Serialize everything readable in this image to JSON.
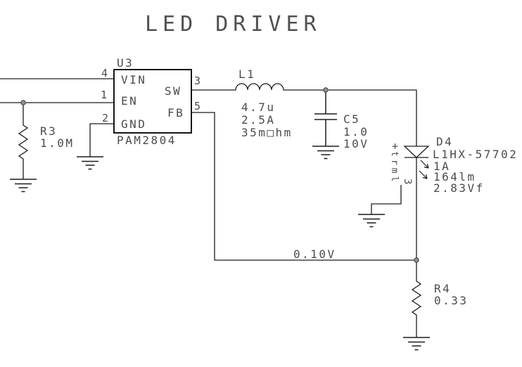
{
  "title": "LED DRIVER",
  "ic_u3": {
    "ref": "U3",
    "part": "PAM2804",
    "pins": {
      "vin": {
        "num": "4",
        "label": "VIN"
      },
      "en": {
        "num": "1",
        "label": "EN"
      },
      "gnd": {
        "num": "2",
        "label": "GND"
      },
      "sw": {
        "num": "3",
        "label": "SW"
      },
      "fb": {
        "num": "5",
        "label": "FB"
      }
    }
  },
  "r3": {
    "ref": "R3",
    "value": "1.0M"
  },
  "l1": {
    "ref": "L1",
    "inductance": "4.7u",
    "current": "2.5A",
    "resistance": "35m□hm"
  },
  "c5": {
    "ref": "C5",
    "capacitance": "1.0",
    "voltage": "10V"
  },
  "d4": {
    "ref": "D4",
    "part": "L1HX-57702",
    "current": "1A",
    "luminous_flux": "164lm",
    "forward_voltage": "2.83Vf",
    "anode_mark": "+",
    "thermal_pin_label": "trml",
    "thermal_pin_num": "3"
  },
  "r4": {
    "ref": "R4",
    "value": "0.33"
  },
  "annotations": {
    "fb_voltage": "0.10V"
  },
  "colors": {
    "wire": "#1c1c1c",
    "text": "#4b4b4b",
    "junction_fill": "#8f8f8f"
  }
}
